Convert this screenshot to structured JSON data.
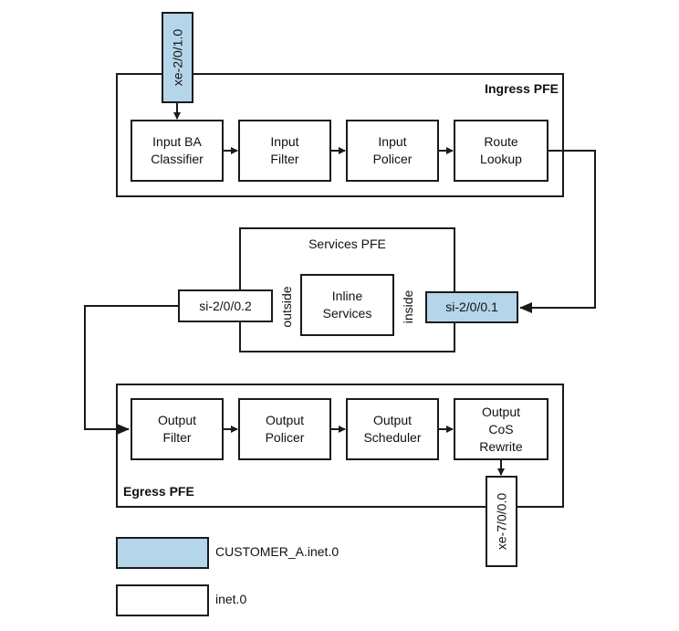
{
  "ingress": {
    "title": "Ingress PFE",
    "input_interface": "xe-2/0/1.0",
    "stages": [
      "Input BA\nClassifier",
      "Input\nFilter",
      "Input\nPolicer",
      "Route\nLookup"
    ]
  },
  "services": {
    "title": "Services PFE",
    "inline": "Inline\nServices",
    "outside_label": "outside",
    "inside_label": "inside",
    "outside_if": "si-2/0/0.2",
    "inside_if": "si-2/0/0.1"
  },
  "egress": {
    "title": "Egress PFE",
    "output_interface": "xe-7/0/0.0",
    "stages": [
      "Output\nFilter",
      "Output\nPolicer",
      "Output\nScheduler",
      "Output\nCoS\nRewrite"
    ]
  },
  "legend": {
    "items": [
      {
        "label": "CUSTOMER_A.inet.0",
        "color": "#b5d5ea"
      },
      {
        "label": "inet.0",
        "color": "#ffffff"
      }
    ]
  }
}
